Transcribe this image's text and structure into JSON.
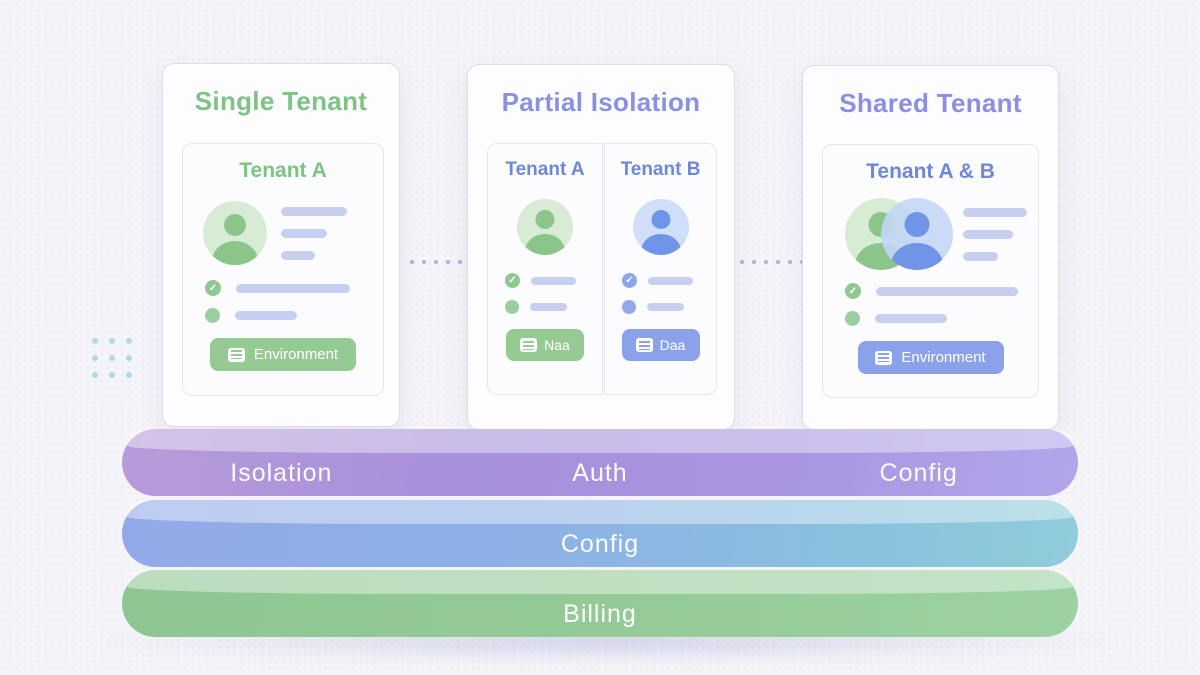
{
  "cards": {
    "single": {
      "title": "Single Tenant",
      "tenant": "Tenant A",
      "button": "Environment"
    },
    "partial": {
      "title": "Partial Isolation",
      "tenant_a": "Tenant A",
      "tenant_b": "Tenant B",
      "button_a": "Naa",
      "button_b": "Daa"
    },
    "shared": {
      "title": "Shared Tenant",
      "tenant": "Tenant A & B",
      "button": "Environment"
    }
  },
  "layers": {
    "top": {
      "labels": [
        "Isolation",
        "Auth",
        "Config"
      ],
      "color": "#a995e0"
    },
    "middle": {
      "labels": [
        "Config"
      ],
      "color": "#8fb3e6"
    },
    "bottom": {
      "labels": [
        "Billing"
      ],
      "color": "#93ca97"
    }
  },
  "accents": {
    "green": "#7dc384",
    "blue": "#8992e2",
    "purple": "#8a8fe5",
    "periwinkle": "#6f87d8"
  }
}
